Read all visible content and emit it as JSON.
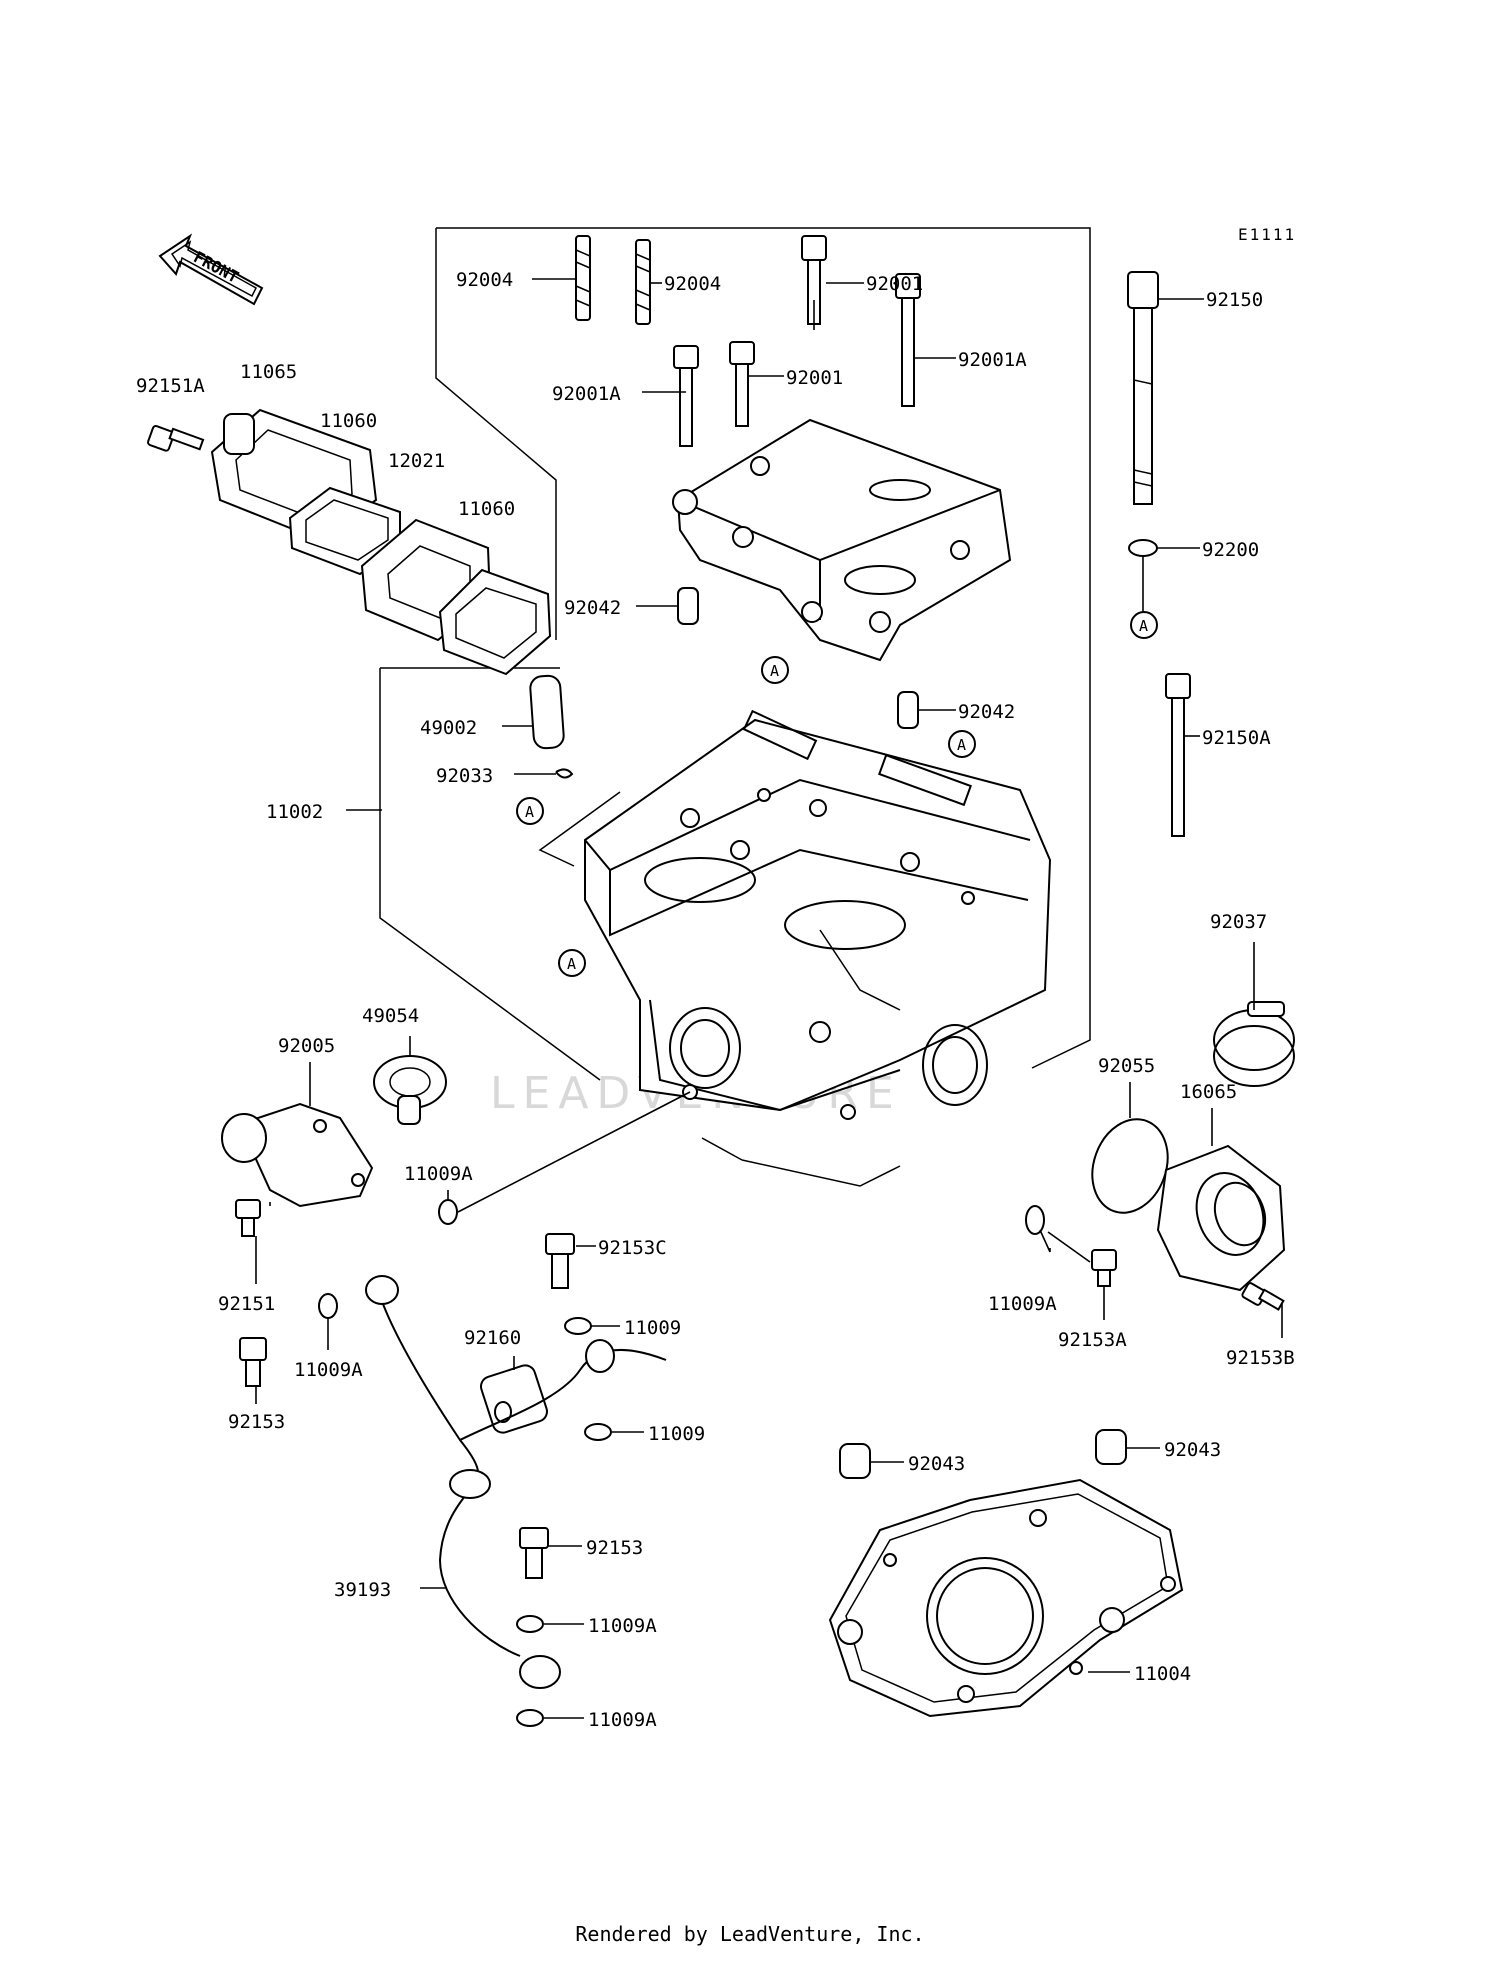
{
  "diagram_code": "E1111",
  "front_label": "FRONT",
  "ref_marker": "A",
  "watermark_text": "LEADVENTURE",
  "footer_text": "Rendered by LeadVenture, Inc.",
  "parts": [
    {
      "id": "p92004a",
      "label": "92004"
    },
    {
      "id": "p92004b",
      "label": "92004"
    },
    {
      "id": "p92001a",
      "label": "92001"
    },
    {
      "id": "p92150",
      "label": "92150"
    },
    {
      "id": "p92151A",
      "label": "92151A"
    },
    {
      "id": "p11065",
      "label": "11065"
    },
    {
      "id": "p11060a",
      "label": "11060"
    },
    {
      "id": "p92001A_1",
      "label": "92001A"
    },
    {
      "id": "p92001b",
      "label": "92001"
    },
    {
      "id": "p92001A_2",
      "label": "92001A"
    },
    {
      "id": "p12021",
      "label": "12021"
    },
    {
      "id": "p11060b",
      "label": "11060"
    },
    {
      "id": "p92200",
      "label": "92200"
    },
    {
      "id": "p92042a",
      "label": "92042"
    },
    {
      "id": "p92042b",
      "label": "92042"
    },
    {
      "id": "p49002",
      "label": "49002"
    },
    {
      "id": "p92150A",
      "label": "92150A"
    },
    {
      "id": "p92033",
      "label": "92033"
    },
    {
      "id": "p11002",
      "label": "11002"
    },
    {
      "id": "p92037",
      "label": "92037"
    },
    {
      "id": "p49054",
      "label": "49054"
    },
    {
      "id": "p92005",
      "label": "92005"
    },
    {
      "id": "p92055",
      "label": "92055"
    },
    {
      "id": "p16065",
      "label": "16065"
    },
    {
      "id": "p11009A_1",
      "label": "11009A"
    },
    {
      "id": "p92153C",
      "label": "92153C"
    },
    {
      "id": "p11009A_2",
      "label": "11009A"
    },
    {
      "id": "p92151",
      "label": "92151"
    },
    {
      "id": "p92153A",
      "label": "92153A"
    },
    {
      "id": "p92153B",
      "label": "92153B"
    },
    {
      "id": "p11009a",
      "label": "11009"
    },
    {
      "id": "p92160",
      "label": "92160"
    },
    {
      "id": "p11009A_3",
      "label": "11009A"
    },
    {
      "id": "p92153a",
      "label": "92153"
    },
    {
      "id": "p11009b",
      "label": "11009"
    },
    {
      "id": "p92043a",
      "label": "92043"
    },
    {
      "id": "p92043b",
      "label": "92043"
    },
    {
      "id": "p92153b",
      "label": "92153"
    },
    {
      "id": "p39193",
      "label": "39193"
    },
    {
      "id": "p11009A_4",
      "label": "11009A"
    },
    {
      "id": "p11004",
      "label": "11004"
    },
    {
      "id": "p11009A_5",
      "label": "11009A"
    }
  ]
}
